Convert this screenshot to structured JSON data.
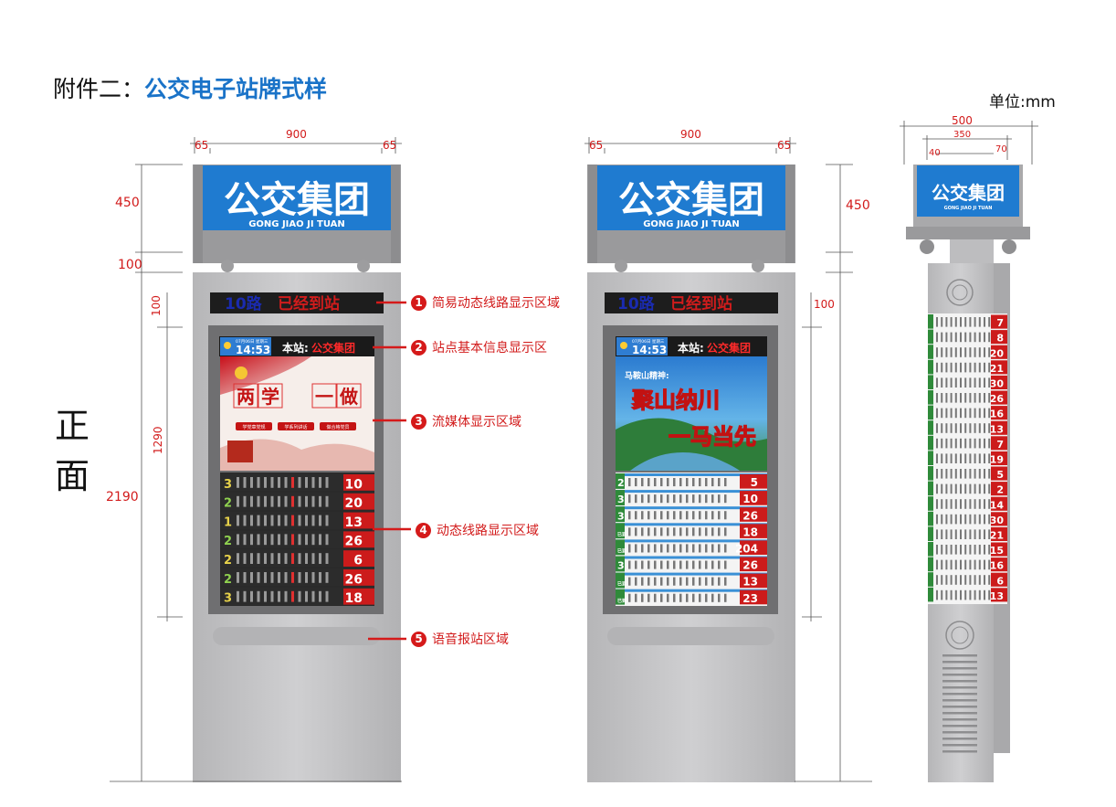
{
  "heading": {
    "prefix": "附件二：",
    "title": "公交电子站牌式样"
  },
  "unit_label": "单位:mm",
  "side_label": [
    "正",
    "面"
  ],
  "header_box": {
    "brand": "公交集团",
    "pinyin": "GONG  JIAO  JI  TUAN"
  },
  "ticker": {
    "route": "10路",
    "status": "已经到站"
  },
  "station_bar": {
    "date": "07月06日 星期三",
    "time": "14:53",
    "label": "本站:",
    "name": "公交集团"
  },
  "media_left": {
    "slogan": [
      "两",
      "学",
      "一",
      "做"
    ],
    "tags": [
      "学党章党规",
      "学系列讲话",
      "做合格党员"
    ]
  },
  "media_right": {
    "kicker": "马鞍山精神:",
    "line1": "聚山纳川",
    "line2": "一马当先"
  },
  "routes_left": [
    {
      "stops": "3",
      "route": "10"
    },
    {
      "stops": "2",
      "route": "20"
    },
    {
      "stops": "1",
      "route": "13"
    },
    {
      "stops": "2",
      "route": "26"
    },
    {
      "stops": "2",
      "route": "6"
    },
    {
      "stops": "2",
      "route": "26"
    },
    {
      "stops": "3",
      "route": "18"
    }
  ],
  "routes_right": [
    {
      "stops": "2",
      "route": "5"
    },
    {
      "stops": "3",
      "route": "10"
    },
    {
      "stops": "3",
      "route": "26"
    },
    {
      "stops": "已到",
      "route": "18"
    },
    {
      "stops": "已到",
      "route": "204"
    },
    {
      "stops": "3",
      "route": "26"
    },
    {
      "stops": "已到",
      "route": "13"
    },
    {
      "stops": "已到",
      "route": "23"
    }
  ],
  "routes_side": [
    "7",
    "8",
    "20",
    "21",
    "30",
    "26",
    "16",
    "13",
    "7",
    "19",
    "5",
    "2",
    "14",
    "30",
    "21",
    "15",
    "16",
    "6",
    "13"
  ],
  "callouts": [
    {
      "num": "1",
      "text": "简易动态线路显示区域"
    },
    {
      "num": "2",
      "text": "站点基本信息显示区"
    },
    {
      "num": "3",
      "text": "流媒体显示区域"
    },
    {
      "num": "4",
      "text": "动态线路显示区域"
    },
    {
      "num": "5",
      "text": "语音报站区域"
    }
  ],
  "dims": {
    "width_900": "900",
    "edge_65": "65",
    "h450": "450",
    "h100": "100",
    "h1290": "1290",
    "h2190": "2190",
    "w500": "500",
    "w350": "350",
    "w40": "40",
    "w70": "70"
  },
  "colors": {
    "brand_blue": "#1a73c8",
    "panel_gray": "#c4c4c6",
    "alert_red": "#d51a1a",
    "screen_dark": "#2a2a2a"
  }
}
